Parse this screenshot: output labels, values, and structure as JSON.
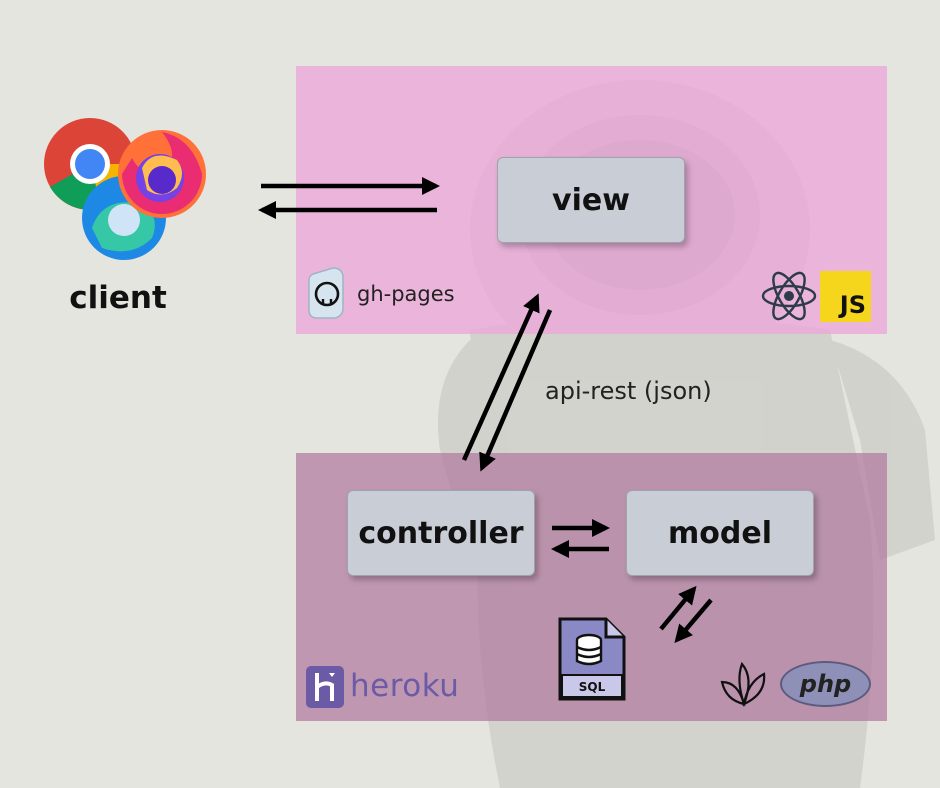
{
  "client": {
    "label": "client",
    "browser_icons": [
      "chrome-icon",
      "firefox-icon",
      "edge-icon"
    ]
  },
  "frontend": {
    "hosting_label": "gh-pages",
    "hosting_icon": "github-octocat-icon",
    "view_label": "view",
    "tech": {
      "react_icon": "react-icon",
      "js_label": "JS"
    },
    "zone_color": "#eca7da"
  },
  "connection": {
    "label": "api-rest (json)"
  },
  "backend": {
    "hosting_label": "heroku",
    "hosting_icon": "heroku-icon",
    "controller_label": "controller",
    "model_label": "model",
    "tech": {
      "sql_label": "SQL",
      "slim_icon": "slim-framework-icon",
      "php_label": "php"
    },
    "zone_color": "#b278a0",
    "heroku_color": "#6b5aa6"
  }
}
